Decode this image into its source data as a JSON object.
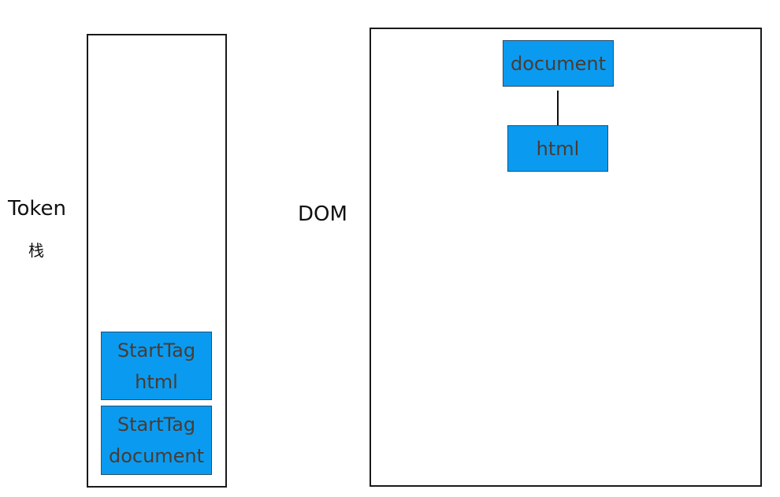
{
  "stack": {
    "title": "Token",
    "subtitle": "栈",
    "items": [
      {
        "line1": "StartTag",
        "line2": "html"
      },
      {
        "line1": "StartTag",
        "line2": "document"
      }
    ]
  },
  "dom": {
    "title": "DOM",
    "nodes": {
      "root": "document",
      "child": "html"
    }
  },
  "colors": {
    "node_fill": "#0a9bf0",
    "node_text": "#4a3b33",
    "outline": "#1a1a1a"
  }
}
